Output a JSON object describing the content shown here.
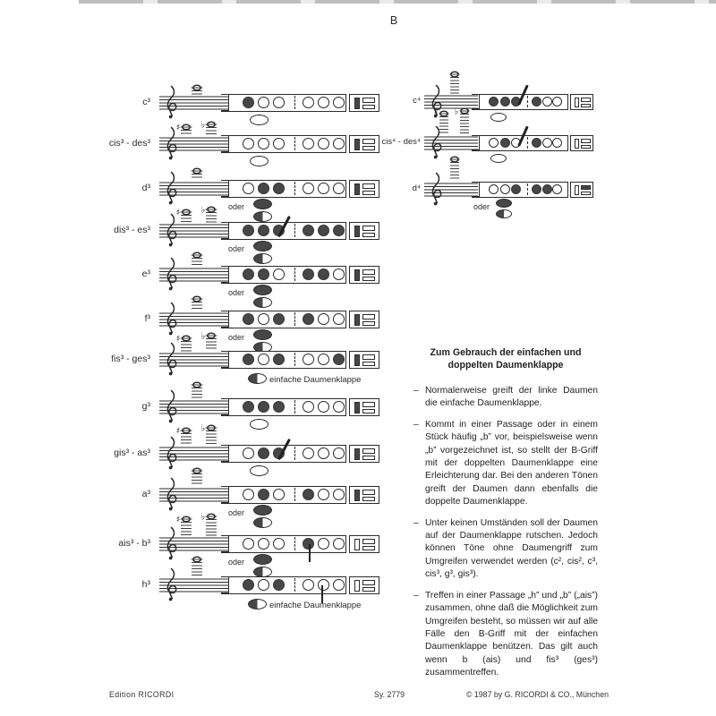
{
  "page": {
    "header": "B"
  },
  "labels": {
    "oder": "oder",
    "thumb_key": "einfache Daumenklappe"
  },
  "colors": {
    "ink": "#2b2b2b",
    "key_fill": "#474747"
  },
  "instructions": {
    "title_line1": "Zum Gebrauch der einfachen und",
    "title_line2": "doppelten Daumenklappe",
    "dash": "–",
    "bullets": [
      "Normalerweise greift der linke Daumen die einfache Daumenklappe.",
      "Kommt in einer Passage oder in einem Stück häufig „b” vor, beispielsweise wenn „b” vorgezeichnet ist, so stellt der B-Griff mit der doppelten Daumenklappe eine Erleichterung dar. Bei den anderen Tönen greift der Daumen dann ebenfalls die doppelte Daumenklappe.",
      "Unter keinen Umständen soll der Daumen auf der Daumenklappe rutschen. Jedoch können Töne ohne Daumengriff zum Umgreifen verwendet werden (c², cis², c³, cis³, g³, gis³).",
      "Treffen in einer Passage „h” und „b” („ais”) zusammen, ohne daß die Möglichkeit zum Umgreifen besteht, so müssen wir auf alle Fälle den B-Griff mit der einfachen Daumenklappe benützen. Das gilt auch wenn b (ais) und fis³ (ges³) zusammentreffen."
    ]
  },
  "footer": {
    "publisher": "Edition RICORDI",
    "plate": "Sy. 2779",
    "copyright": "© 1987 by G. RICORDI & CO., München"
  },
  "fingerings": {
    "left_column": [
      {
        "note": "c³",
        "pair": false,
        "lift": 10,
        "holes": [
          1,
          0,
          0,
          0,
          0,
          0
        ],
        "slash": false,
        "tick": null,
        "thumb": "open",
        "end": [
          1,
          0,
          0
        ]
      },
      {
        "note": "cis³ - des³",
        "pair": true,
        "lift": 12,
        "holes": [
          0,
          0,
          0,
          0,
          0,
          0
        ],
        "slash": false,
        "tick": null,
        "thumb": "open",
        "end": [
          1,
          0,
          0
        ]
      },
      {
        "note": "d³",
        "pair": false,
        "lift": 13,
        "holes": [
          0,
          1,
          1,
          0,
          0,
          0
        ],
        "slash": false,
        "tick": null,
        "thumb": "oder",
        "end": [
          1,
          0,
          0
        ]
      },
      {
        "note": "dis³ - es³",
        "pair": true,
        "lift": 14,
        "holes": [
          1,
          1,
          1,
          1,
          1,
          1
        ],
        "slash": true,
        "tick": null,
        "thumb": "oder",
        "end": [
          1,
          0,
          0
        ]
      },
      {
        "note": "e³",
        "pair": false,
        "lift": 15,
        "holes": [
          1,
          1,
          0,
          1,
          1,
          0
        ],
        "slash": false,
        "tick": null,
        "thumb": "oder",
        "end": [
          1,
          0,
          0
        ]
      },
      {
        "note": "f³",
        "pair": false,
        "lift": 16,
        "holes": [
          1,
          0,
          1,
          1,
          0,
          0
        ],
        "slash": false,
        "tick": null,
        "thumb": "oder",
        "end": [
          1,
          0,
          0
        ]
      },
      {
        "note": "fis³ - ges³",
        "pair": true,
        "lift": 17,
        "holes": [
          1,
          0,
          1,
          0,
          0,
          1
        ],
        "slash": false,
        "tick": null,
        "thumb": "half_label",
        "end": [
          1,
          0,
          0
        ]
      },
      {
        "note": "g³",
        "pair": false,
        "lift": 18,
        "holes": [
          1,
          1,
          1,
          0,
          0,
          0
        ],
        "slash": false,
        "tick": null,
        "thumb": "open",
        "end": [
          1,
          0,
          0
        ]
      },
      {
        "note": "gis³ - as³",
        "pair": true,
        "lift": 19,
        "holes": [
          0,
          1,
          1,
          0,
          0,
          0
        ],
        "slash": true,
        "tick": null,
        "thumb": "open",
        "end": [
          1,
          0,
          0
        ]
      },
      {
        "note": "a³",
        "pair": false,
        "lift": 20,
        "holes": [
          0,
          1,
          0,
          1,
          0,
          0
        ],
        "slash": false,
        "tick": null,
        "thumb": "oder",
        "end": [
          1,
          0,
          0
        ]
      },
      {
        "note": "ais³ - b³",
        "pair": true,
        "lift": 21,
        "holes": [
          0,
          0,
          0,
          1,
          0,
          0
        ],
        "slash": false,
        "tick": "r1",
        "thumb": "oder",
        "end": [
          0,
          0,
          0
        ]
      },
      {
        "note": "h³",
        "pair": false,
        "lift": 22,
        "holes": [
          1,
          0,
          1,
          0,
          0,
          0
        ],
        "slash": false,
        "tick": "r2",
        "thumb": "half_label",
        "end": [
          0,
          0,
          0
        ]
      }
    ],
    "right_column": [
      {
        "note": "c⁴",
        "pair": false,
        "lift": 24,
        "holes": [
          1,
          1,
          1,
          1,
          0,
          0
        ],
        "slash": true,
        "tick": null,
        "thumb": "open",
        "end": [
          0,
          0,
          0
        ]
      },
      {
        "note": "cis⁴ - des⁴",
        "pair": true,
        "lift": 26,
        "holes": [
          0,
          1,
          0,
          1,
          0,
          0
        ],
        "slash": true,
        "tick": null,
        "thumb": "open",
        "end": [
          0,
          0,
          0
        ]
      },
      {
        "note": "d⁴",
        "pair": false,
        "lift": 27,
        "holes": [
          0,
          0,
          1,
          1,
          1,
          0
        ],
        "slash": false,
        "tick": null,
        "thumb": "oder",
        "end": [
          0,
          1,
          0
        ]
      }
    ]
  }
}
